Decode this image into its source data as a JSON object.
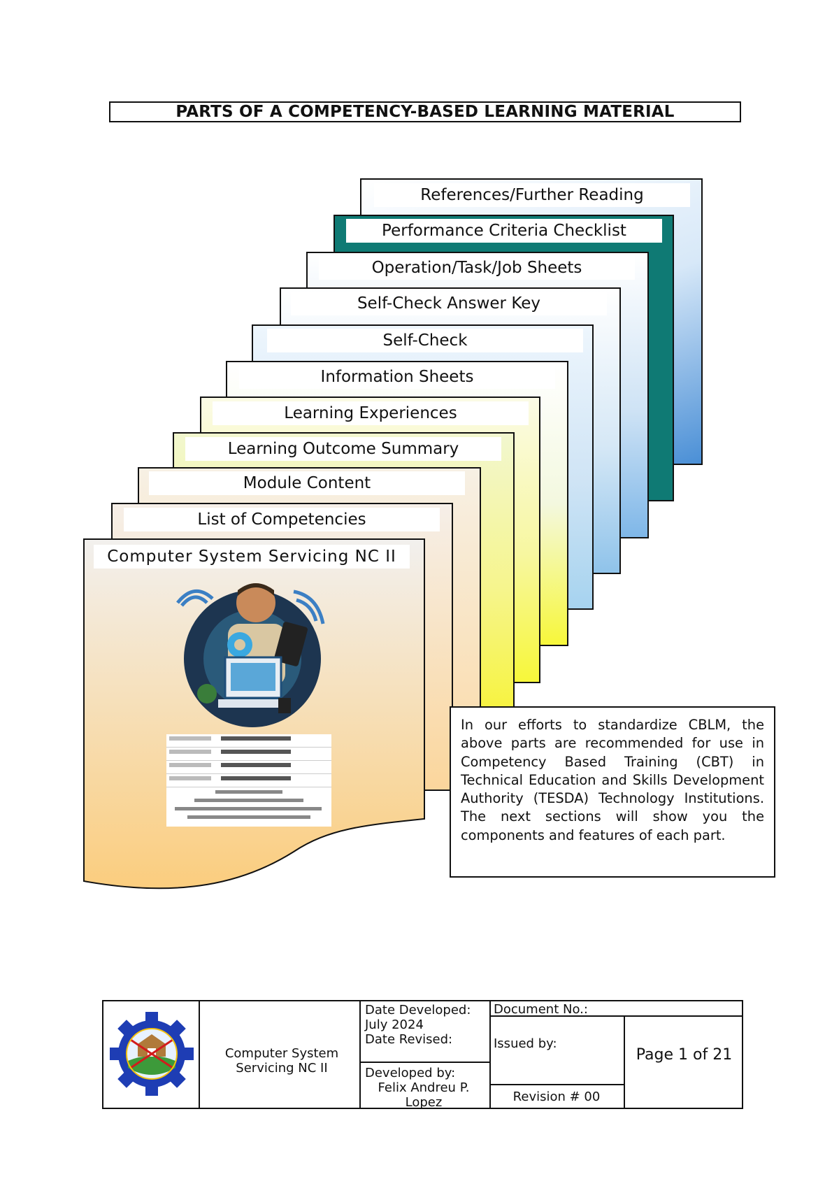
{
  "title": "PARTS OF A COMPETENCY-BASED LEARNING MATERIAL",
  "sheets": [
    "References/Further Reading",
    "Performance Criteria Checklist",
    "Operation/Task/Job Sheets",
    "Self-Check Answer Key",
    "Self-Check",
    "Information Sheets",
    "Learning Experiences",
    "Learning Outcome Summary",
    "Module Content",
    "List of Competencies",
    "Computer System Servicing NC II"
  ],
  "callout": "In our efforts to standardize CBLM, the above parts are recommended for use in Competency Based Training (CBT) in Technical Education and Skills Development Authority (TESDA) Technology Institutions. The next sections will show you the components and features of each part.",
  "colors": {
    "teal": "#0f7a74",
    "blue": "#4a8fd6",
    "yellow": "#f7f73a",
    "peach": "#f9c97c"
  },
  "footer": {
    "course": "Computer System Servicing NC II",
    "date_developed_label": "Date Developed:",
    "date_developed": "July 2024",
    "date_revised_label": "Date Revised:",
    "developed_by_label": "Developed by:",
    "developed_by": "Felix Andreu P. Lopez",
    "document_no_label": "Document No.:",
    "issued_by_label": "Issued by:",
    "revision": "Revision # 00",
    "page": "Page 1 of 21"
  }
}
